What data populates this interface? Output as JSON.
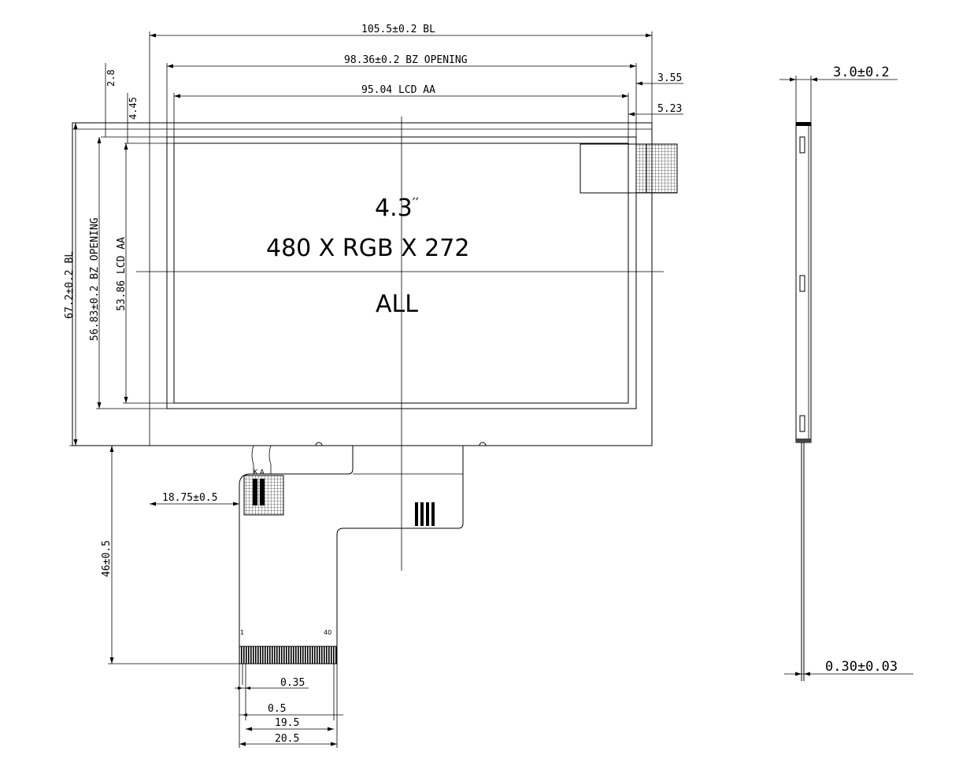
{
  "dimensions": {
    "bl_width": "105.5±0.2 BL",
    "bz_opening_width": "98.36±0.2 BZ OPENING",
    "lcd_aa_width": "95.04 LCD AA",
    "right_offset_1": "3.55",
    "right_offset_2": "5.23",
    "top_offset_1": "2.8",
    "top_offset_2": "4.45",
    "bl_height": "67.2±0.2 BL",
    "bz_opening_height": "56.83±0.2 BZ OPENING",
    "lcd_aa_height": "53.86 LCD AA",
    "fpc_offset": "18.75±0.5",
    "fpc_length": "46±0.5",
    "pin_width": "0.35",
    "pin_pitch": "0.5",
    "pin_span": "19.5",
    "fpc_width": "20.5",
    "thickness": "3.0±0.2",
    "fpc_thickness": "0.30±0.03"
  },
  "labels": {
    "size": "4.3",
    "size_mark": "′′",
    "resolution": "480 X RGB X 272",
    "variant": "ALL",
    "pin_first": "1",
    "pin_last": "40",
    "led_k": "K",
    "led_a": "A"
  }
}
